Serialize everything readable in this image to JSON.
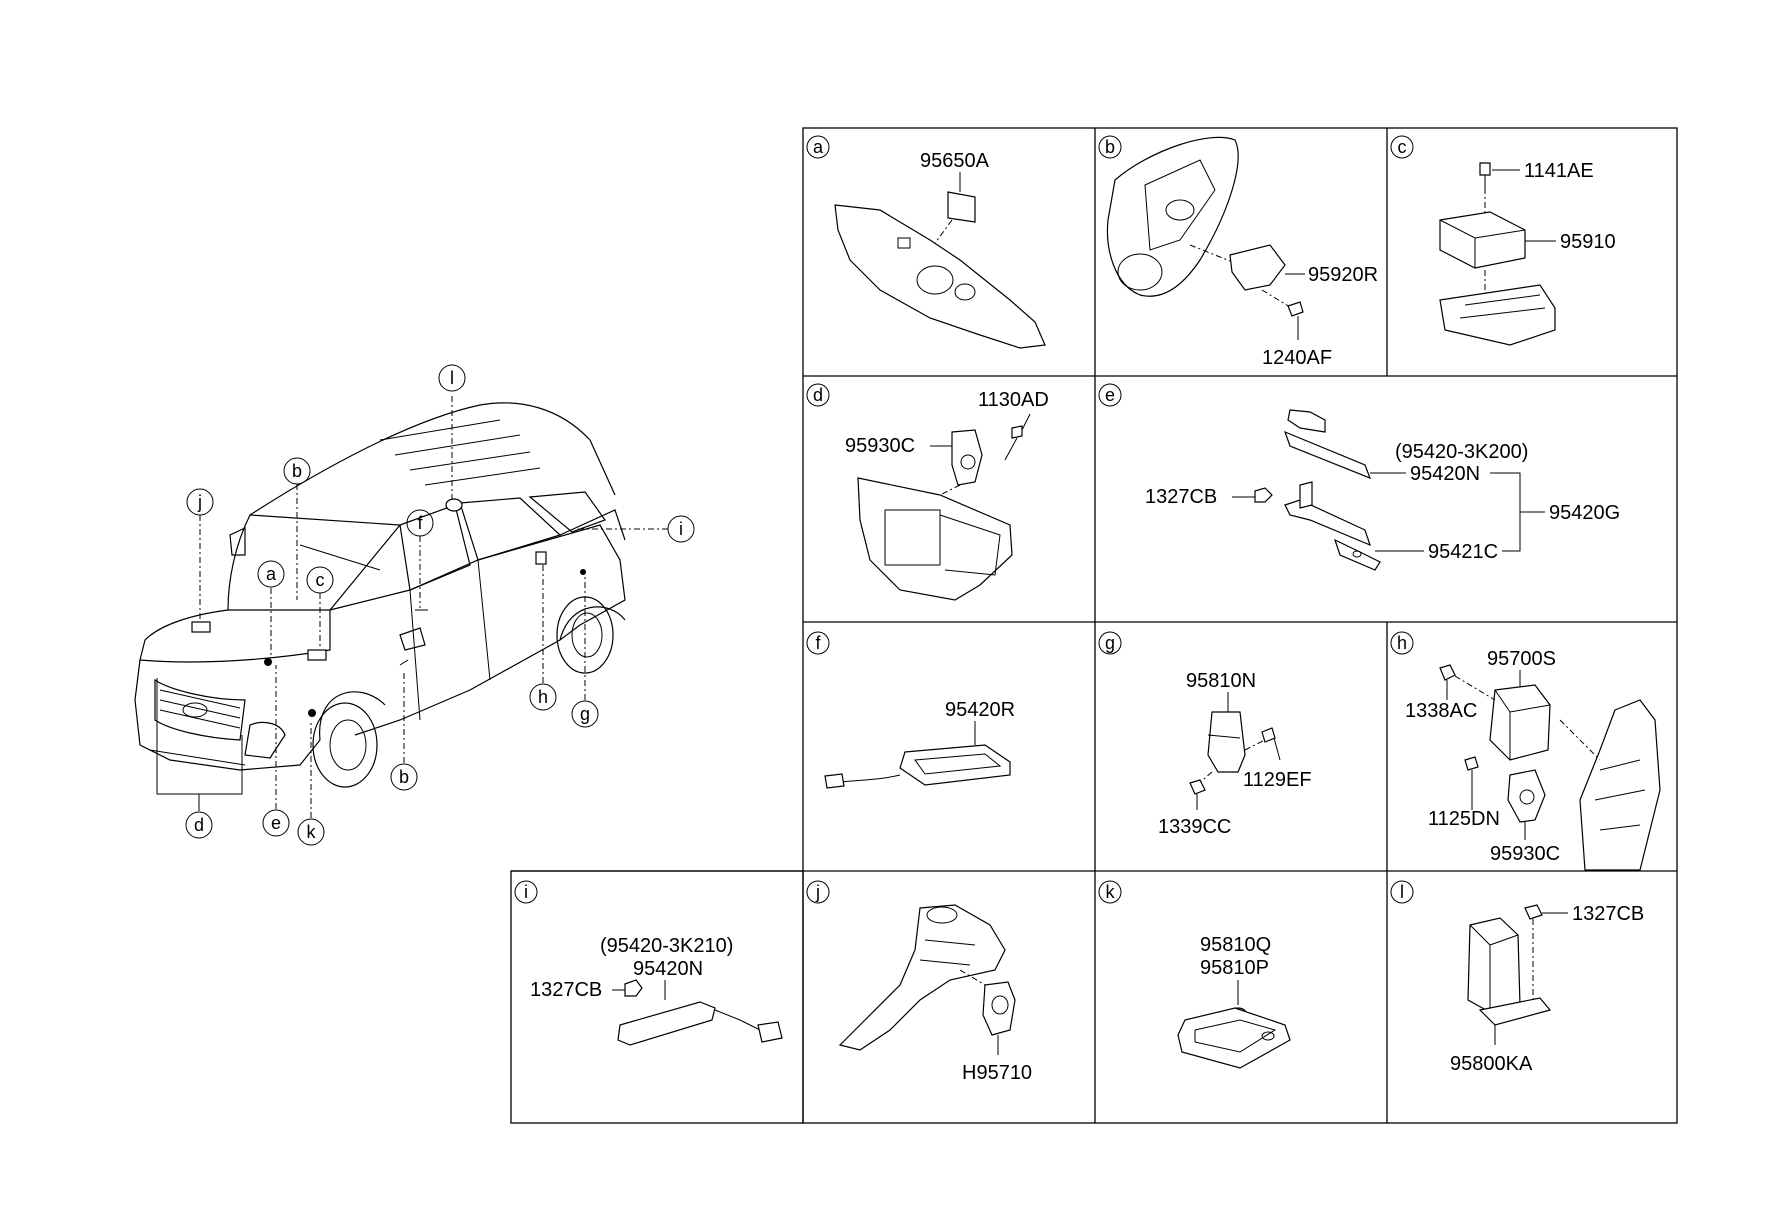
{
  "overview_callouts": {
    "a": "a",
    "b_roof": "b",
    "b_lower": "b",
    "c": "c",
    "d": "d",
    "e": "e",
    "f": "f",
    "g": "g",
    "h": "h",
    "i": "i",
    "j": "j",
    "k": "k",
    "l": "l"
  },
  "panels": {
    "a": {
      "letter": "a",
      "parts": [
        "95650A"
      ]
    },
    "b": {
      "letter": "b",
      "parts": [
        "95920R",
        "1240AF"
      ]
    },
    "c": {
      "letter": "c",
      "parts": [
        "1141AE",
        "95910"
      ]
    },
    "d": {
      "letter": "d",
      "parts": [
        "1130AD",
        "95930C"
      ]
    },
    "e": {
      "letter": "e",
      "parts": [
        "(95420-3K200)",
        "95420N",
        "1327CB",
        "95420G",
        "95421C"
      ]
    },
    "f": {
      "letter": "f",
      "parts": [
        "95420R"
      ]
    },
    "g": {
      "letter": "g",
      "parts": [
        "95810N",
        "1129EF",
        "1339CC"
      ]
    },
    "h": {
      "letter": "h",
      "parts": [
        "95700S",
        "1338AC",
        "1125DN",
        "95930C"
      ]
    },
    "i": {
      "letter": "i",
      "parts": [
        "(95420-3K210)",
        "95420N",
        "1327CB"
      ]
    },
    "j": {
      "letter": "j",
      "parts": [
        "H95710"
      ]
    },
    "k": {
      "letter": "k",
      "parts": [
        "95810Q",
        "95810P"
      ]
    },
    "l": {
      "letter": "l",
      "parts": [
        "1327CB",
        "95800KA"
      ]
    }
  }
}
